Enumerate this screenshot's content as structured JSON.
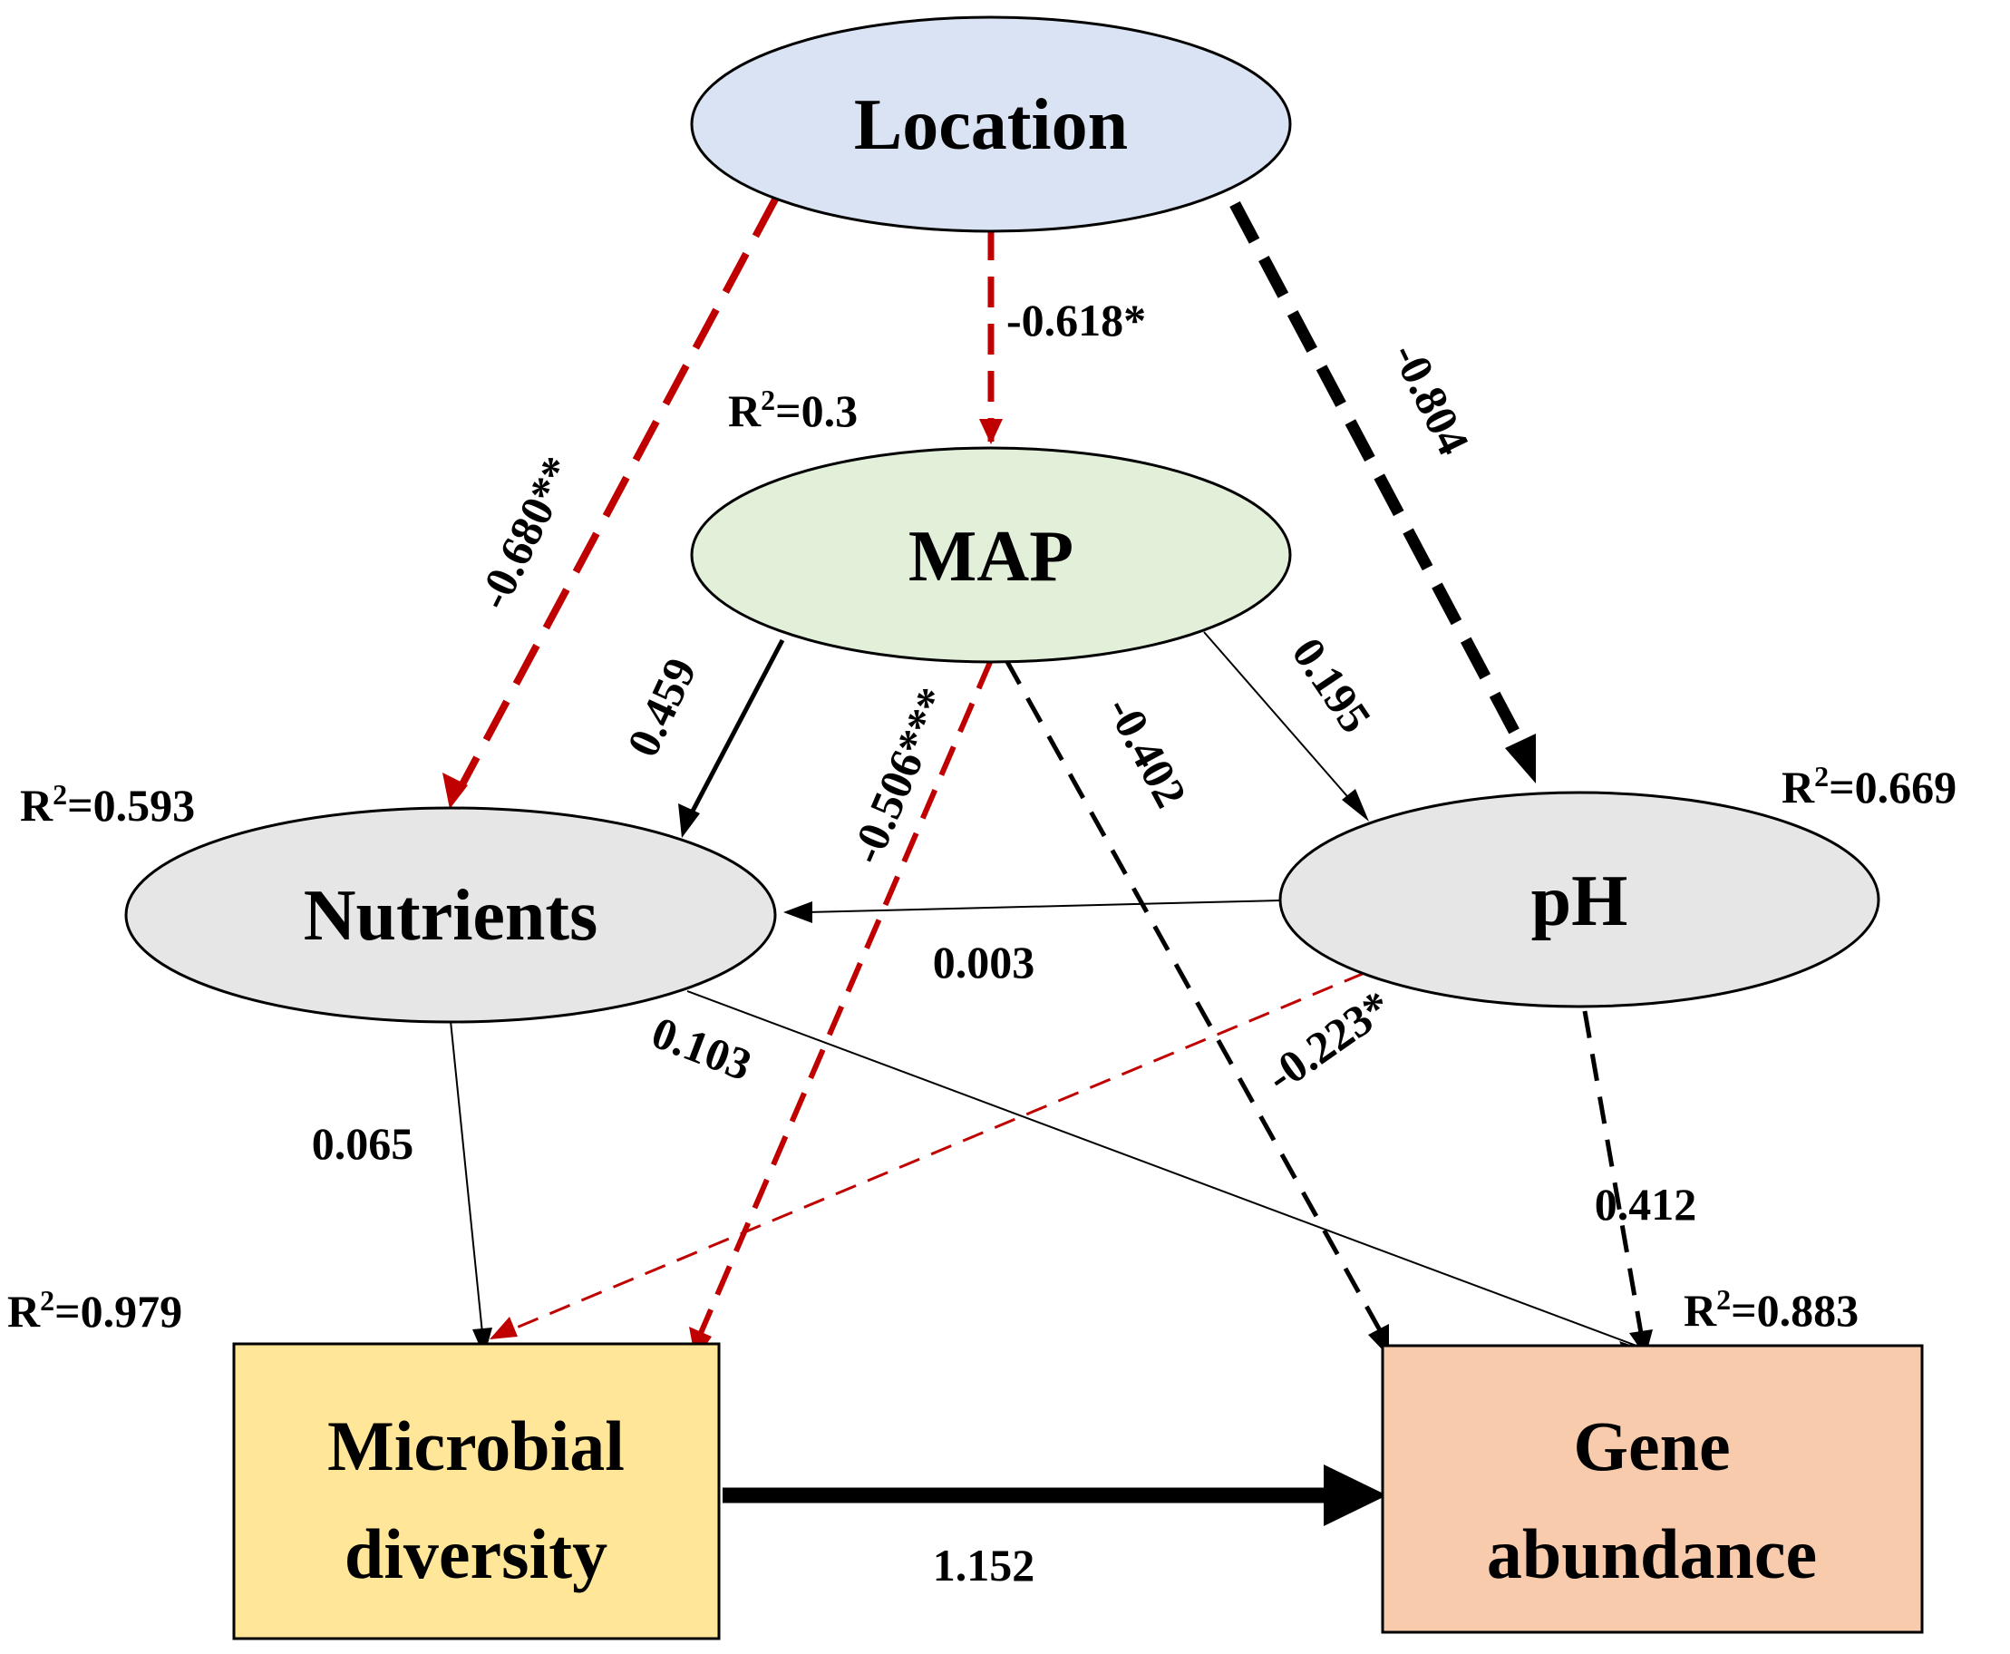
{
  "nodes": {
    "location": {
      "label": "Location",
      "fill": "#dae3f3"
    },
    "map": {
      "label": "MAP",
      "fill": "#e2f0d9"
    },
    "nutrients": {
      "label": "Nutrients",
      "fill": "#e7e6e6"
    },
    "ph": {
      "label": "pH",
      "fill": "#e7e6e6"
    },
    "microbial": {
      "label_line1": "Microbial",
      "label_line2": "diversity",
      "fill": "#ffe699"
    },
    "gene": {
      "label_line1": "Gene",
      "label_line2": "abundance",
      "fill": "#f8cbad"
    }
  },
  "r_squared": {
    "map": "0.3",
    "nutrients": "0.593",
    "ph": "0.669",
    "microbial": "0.979",
    "gene": "0.883"
  },
  "r_squared_prefix": "R",
  "r_squared_exponent": "2",
  "edges": {
    "location_map": {
      "coef": "-0.618*",
      "color": "#c00000",
      "style": "dashed"
    },
    "location_nutrients": {
      "coef": "-0.680**",
      "color": "#c00000",
      "style": "dashed"
    },
    "location_ph": {
      "coef": "-0.804",
      "color": "#000000",
      "style": "dashed"
    },
    "map_nutrients": {
      "coef": "0.459",
      "color": "#000000",
      "style": "solid"
    },
    "map_ph": {
      "coef": "0.195",
      "color": "#000000",
      "style": "solid"
    },
    "map_microbial": {
      "coef": "-0.506***",
      "color": "#c00000",
      "style": "dashed"
    },
    "map_gene": {
      "coef": "-0.402",
      "color": "#000000",
      "style": "dashed"
    },
    "ph_nutrients": {
      "coef": "0.003",
      "color": "#000000",
      "style": "solid"
    },
    "ph_microbial": {
      "coef": "-0.223*",
      "color": "#c00000",
      "style": "dashed"
    },
    "ph_gene": {
      "coef": "0.412",
      "color": "#000000",
      "style": "dashed"
    },
    "nutrients_microbial": {
      "coef": "0.065",
      "color": "#000000",
      "style": "solid"
    },
    "nutrients_gene": {
      "coef": "0.103",
      "color": "#000000",
      "style": "solid"
    },
    "microbial_gene": {
      "coef": "1.152",
      "color": "#000000",
      "style": "solid"
    }
  }
}
